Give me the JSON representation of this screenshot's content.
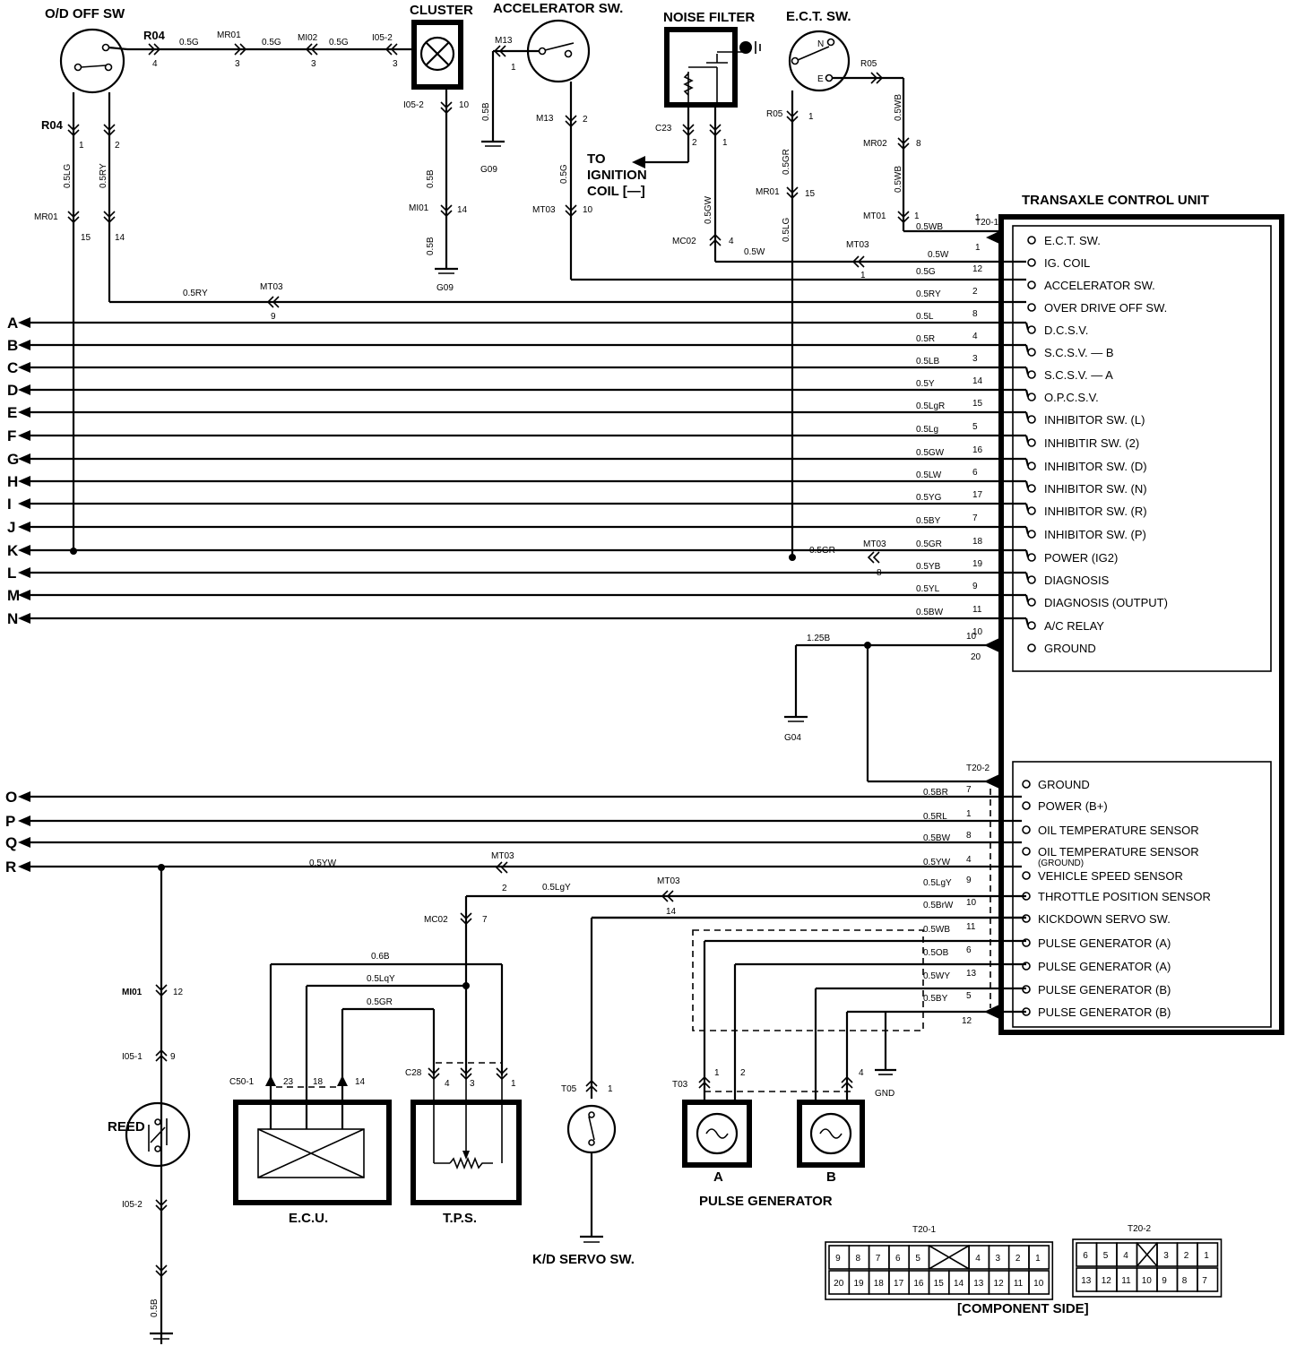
{
  "components": {
    "od_off_sw": "O/D OFF SW",
    "cluster": "CLUSTER",
    "accelerator_sw": "ACCELERATOR SW.",
    "noise_filter": "NOISE FILTER",
    "ect_sw": "E.C.T. SW.",
    "ect_n": "N",
    "ect_e": "E",
    "to_ignition_line1": "TO",
    "to_ignition_line2": "IGNITION",
    "to_ignition_line3": "COIL [—]",
    "tcu": "TRANSAXLE CONTROL UNIT",
    "reed": "REED",
    "ecu": "E.C.U.",
    "tps": "T.P.S.",
    "kd_servo": "K/D SERVO SW.",
    "pulse_generator": "PULSE GENERATOR",
    "pg_a": "A",
    "pg_b": "B",
    "component_side": "[COMPONENT SIDE]"
  },
  "connectors": {
    "r04": "R04",
    "mr01": "MR01",
    "mi02": "MI02",
    "i05_2": "I05-2",
    "m13": "M13",
    "c23": "C23",
    "r05": "R05",
    "mr02": "MR02",
    "mt01": "MT01",
    "mt03": "MT03",
    "mi01": "MI01",
    "mc02": "MC02",
    "i05_1": "I05-1",
    "c50_1": "C50-1",
    "c28": "C28",
    "t05": "T05",
    "t03": "T03",
    "t20_1": "T20-1",
    "t20_2": "T20-2",
    "g09": "G09",
    "g04": "G04",
    "gnd": "GND"
  },
  "wires": {
    "w05g": "0.5G",
    "w05b": "0.5B",
    "w05lg": "0.5LG",
    "w05ry": "0.5RY",
    "w05gw": "0.5GW",
    "w05gr": "0.5GR",
    "w05wb": "0.5WB",
    "w05w": "0.5W",
    "w125b": "1.25B",
    "w05yw": "0.5YW",
    "w05lgy": "0.5LgY",
    "w06b": "0.6B",
    "w05lqy": "0.5LqY",
    "w05gr2": "0.5GR"
  },
  "pin_numbers": {
    "p1": "1",
    "p2": "2",
    "p3": "3",
    "p4": "4",
    "p5": "5",
    "p6": "6",
    "p7": "7",
    "p8": "8",
    "p9": "9",
    "p10": "10",
    "p11": "11",
    "p12": "12",
    "p13": "13",
    "p14": "14",
    "p15": "15",
    "p16": "16",
    "p17": "17",
    "p18": "18",
    "p19": "19",
    "p20": "20",
    "p23": "23"
  },
  "tcu_block1": [
    {
      "pin": "1",
      "wire": "0.5WB",
      "label": "E.C.T. SW."
    },
    {
      "pin": "1",
      "wire": "0.5W",
      "label": "IG. COIL"
    },
    {
      "pin": "12",
      "wire": "0.5G",
      "label": "ACCELERATOR SW."
    },
    {
      "pin": "2",
      "wire": "0.5RY",
      "label": "OVER DRIVE OFF SW."
    },
    {
      "pin": "8",
      "wire": "0.5L",
      "label": "D.C.S.V.",
      "letter": "A"
    },
    {
      "pin": "4",
      "wire": "0.5R",
      "label": "S.C.S.V. — B",
      "letter": "B"
    },
    {
      "pin": "3",
      "wire": "0.5LB",
      "label": "S.C.S.V. — A",
      "letter": "C"
    },
    {
      "pin": "14",
      "wire": "0.5Y",
      "label": "O.P.C.S.V.",
      "letter": "D"
    },
    {
      "pin": "15",
      "wire": "0.5LgR",
      "label": "INHIBITOR SW. (L)",
      "letter": "E"
    },
    {
      "pin": "5",
      "wire": "0.5Lg",
      "label": "INHIBITIR SW. (2)",
      "letter": "F"
    },
    {
      "pin": "16",
      "wire": "0.5GW",
      "label": "INHIBITOR SW. (D)",
      "letter": "G"
    },
    {
      "pin": "6",
      "wire": "0.5LW",
      "label": "INHIBITOR SW. (N)",
      "letter": "H"
    },
    {
      "pin": "17",
      "wire": "0.5YG",
      "label": "INHIBITOR SW. (R)",
      "letter": "I"
    },
    {
      "pin": "7",
      "wire": "0.5BY",
      "label": "INHIBITOR SW. (P)",
      "letter": "J"
    },
    {
      "pin": "18",
      "wire": "0.5GR",
      "label": "POWER (IG2)",
      "letter": "K"
    },
    {
      "pin": "19",
      "wire": "0.5YB",
      "label": "DIAGNOSIS",
      "letter": "L"
    },
    {
      "pin": "9",
      "wire": "0.5YL",
      "label": "DIAGNOSIS (OUTPUT)",
      "letter": "M"
    },
    {
      "pin": "11",
      "wire": "0.5BW",
      "label": "A/C RELAY",
      "letter": "N"
    },
    {
      "pin": "10",
      "wire": "",
      "label": "GROUND"
    }
  ],
  "tcu_block1_ground_pin": "20",
  "tcu_block2": [
    {
      "pin": "",
      "wire": "",
      "label": "GROUND"
    },
    {
      "pin": "7",
      "wire": "0.5BR",
      "label": "POWER (B+)",
      "letter": "O"
    },
    {
      "pin": "1",
      "wire": "0.5RL",
      "label": "OIL TEMPERATURE SENSOR",
      "letter": "P"
    },
    {
      "pin": "8",
      "wire": "0.5BW",
      "label": "OIL TEMPERATURE SENSOR",
      "label2": "(GROUND)",
      "letter": "Q"
    },
    {
      "pin": "4",
      "wire": "0.5YW",
      "label": "VEHICLE SPEED SENSOR",
      "letter": "R"
    },
    {
      "pin": "9",
      "wire": "0.5LgY",
      "label": "THROTTLE POSITION SENSOR"
    },
    {
      "pin": "10",
      "wire": "0.5BrW",
      "label": "KICKDOWN SERVO SW."
    },
    {
      "pin": "11",
      "wire": "0.5WB",
      "label": "PULSE GENERATOR (A)"
    },
    {
      "pin": "6",
      "wire": "0.5OB",
      "label": "PULSE GENERATOR (A)"
    },
    {
      "pin": "13",
      "wire": "0.5WY",
      "label": "PULSE GENERATOR (B)"
    },
    {
      "pin": "5",
      "wire": "0.5BY",
      "label": "PULSE GENERATOR (B)"
    }
  ],
  "tcu_block2_last_pin": "12",
  "t20_1_grid": {
    "top": [
      "9",
      "8",
      "7",
      "6",
      "5",
      "",
      "4",
      "3",
      "2",
      "1"
    ],
    "bottom": [
      "20",
      "19",
      "18",
      "17",
      "16",
      "15",
      "14",
      "13",
      "12",
      "11",
      "10"
    ]
  },
  "t20_2_grid": {
    "top": [
      "6",
      "5",
      "4",
      "",
      "3",
      "2",
      "1"
    ],
    "bottom": [
      "13",
      "12",
      "11",
      "10",
      "9",
      "8",
      "7"
    ]
  }
}
